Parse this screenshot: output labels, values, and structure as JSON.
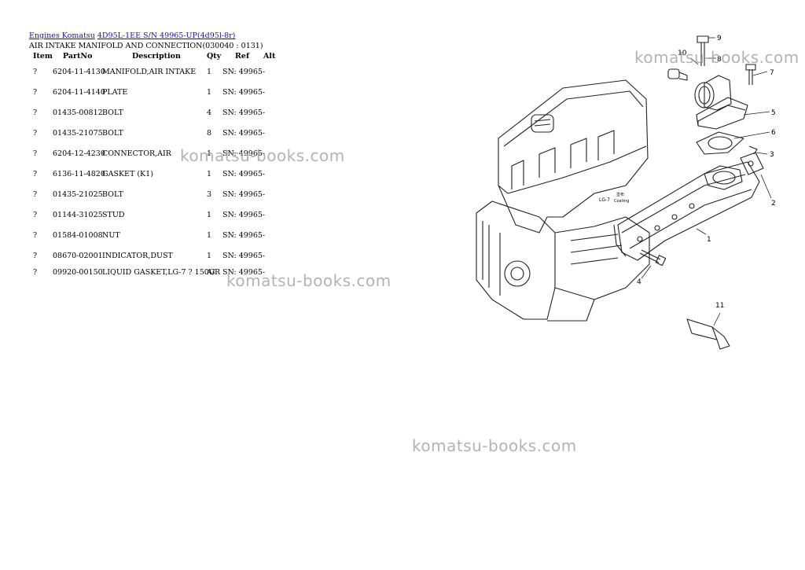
{
  "breadcrumb": {
    "link1": "Engines Komatsu",
    "link2": "4D95L-1EE S/N 49965-UP(4d95l-8r)"
  },
  "subtitle": "AIR INTAKE MANIFOLD AND CONNECTION(030040 : 0131)",
  "table": {
    "headers": {
      "item": "Item",
      "partno": "PartNo",
      "description": "Description",
      "qty": "Qty",
      "ref": "Ref",
      "alt": "Alt"
    },
    "rows": [
      {
        "item": "?",
        "partno": "6204-11-4130",
        "description": "MANIFOLD,AIR INTAKE",
        "qty": "1",
        "ref": "SN: 49965-"
      },
      {
        "item": "?",
        "partno": "6204-11-4140",
        "description": "PLATE",
        "qty": "1",
        "ref": "SN: 49965-"
      },
      {
        "item": "?",
        "partno": "01435-00812",
        "description": "BOLT",
        "qty": "4",
        "ref": "SN: 49965-"
      },
      {
        "item": "?",
        "partno": "01435-21075",
        "description": "BOLT",
        "qty": "8",
        "ref": "SN: 49965-"
      },
      {
        "item": "?",
        "partno": "6204-12-4230",
        "description": "CONNECTOR,AIR",
        "qty": "1",
        "ref": "SN: 49965-"
      },
      {
        "item": "?",
        "partno": "6136-11-4820",
        "description": "GASKET (K1)",
        "qty": "1",
        "ref": "SN: 49965-"
      },
      {
        "item": "?",
        "partno": "01435-21025",
        "description": "BOLT",
        "qty": "3",
        "ref": "SN: 49965-"
      },
      {
        "item": "?",
        "partno": "01144-31025",
        "description": "STUD",
        "qty": "1",
        "ref": "SN: 49965-"
      },
      {
        "item": "?",
        "partno": "01584-01008",
        "description": "NUT",
        "qty": "1",
        "ref": "SN: 49965-"
      },
      {
        "item": "?",
        "partno": "08670-02001",
        "description": "INDICATOR,DUST",
        "qty": "1",
        "ref": "SN: 49965-"
      },
      {
        "item": "?",
        "partno": "09920-00150",
        "description": "LIQUID GASKET,LG-7 ? 150G",
        "qty": "A/R",
        "ref": "SN: 49965-"
      }
    ]
  },
  "watermarks": [
    "komatsu-books.com",
    "komatsu-books.com",
    "komatsu-books.com",
    "komatsu-books.com"
  ],
  "diagram": {
    "callouts": [
      "1",
      "2",
      "3",
      "4",
      "5",
      "6",
      "7",
      "8",
      "9",
      "10",
      "11"
    ],
    "lg7_label": "LG-7",
    "lg7_note": "塗布",
    "lg7_note2": "Coating"
  }
}
